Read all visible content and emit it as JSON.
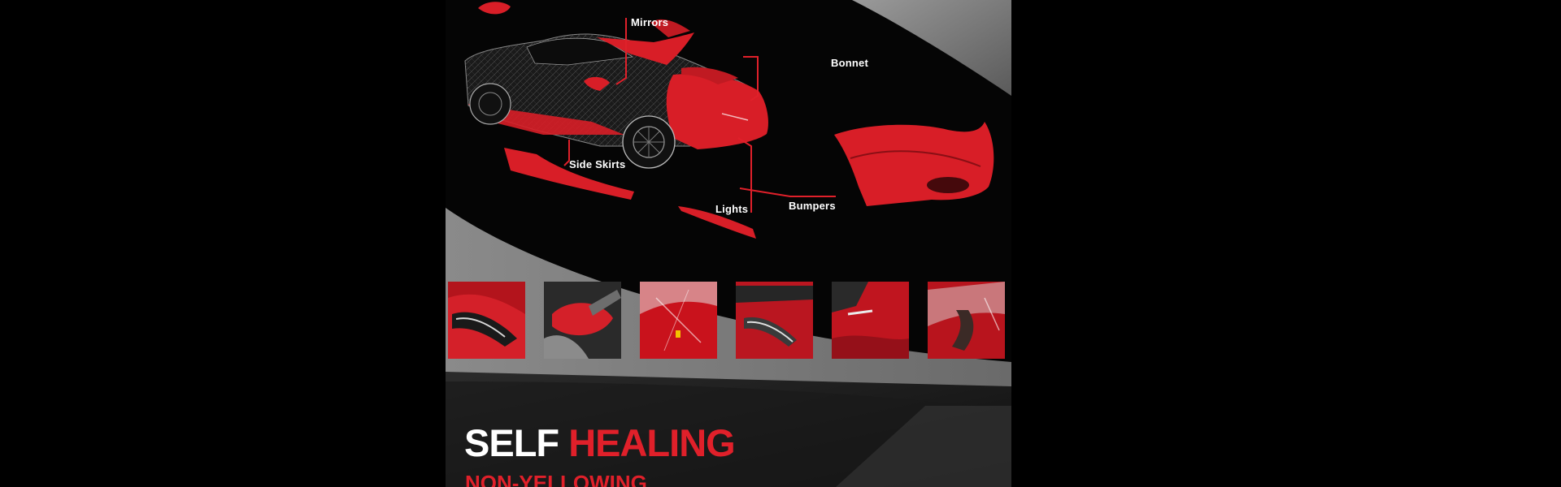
{
  "labels": {
    "mirrors": "Mirrors",
    "bonnet": "Bonnet",
    "side_skirts": "Side Skirts",
    "lights": "Lights",
    "bumpers": "Bumpers"
  },
  "headline": {
    "word1": "SELF",
    "word2": "HEALING"
  },
  "subheadline": "NON-YELLOWING",
  "colors": {
    "accent_red": "#e0202a",
    "background": "#050505",
    "swoosh_gray": "#7a7a7a",
    "text_white": "#ffffff"
  },
  "icons": [
    "car-wireframe-illustration",
    "mirror-film-piece",
    "bonnet-film-piece",
    "side-skirt-film-piece",
    "light-film-piece",
    "bumper-film-piece"
  ]
}
